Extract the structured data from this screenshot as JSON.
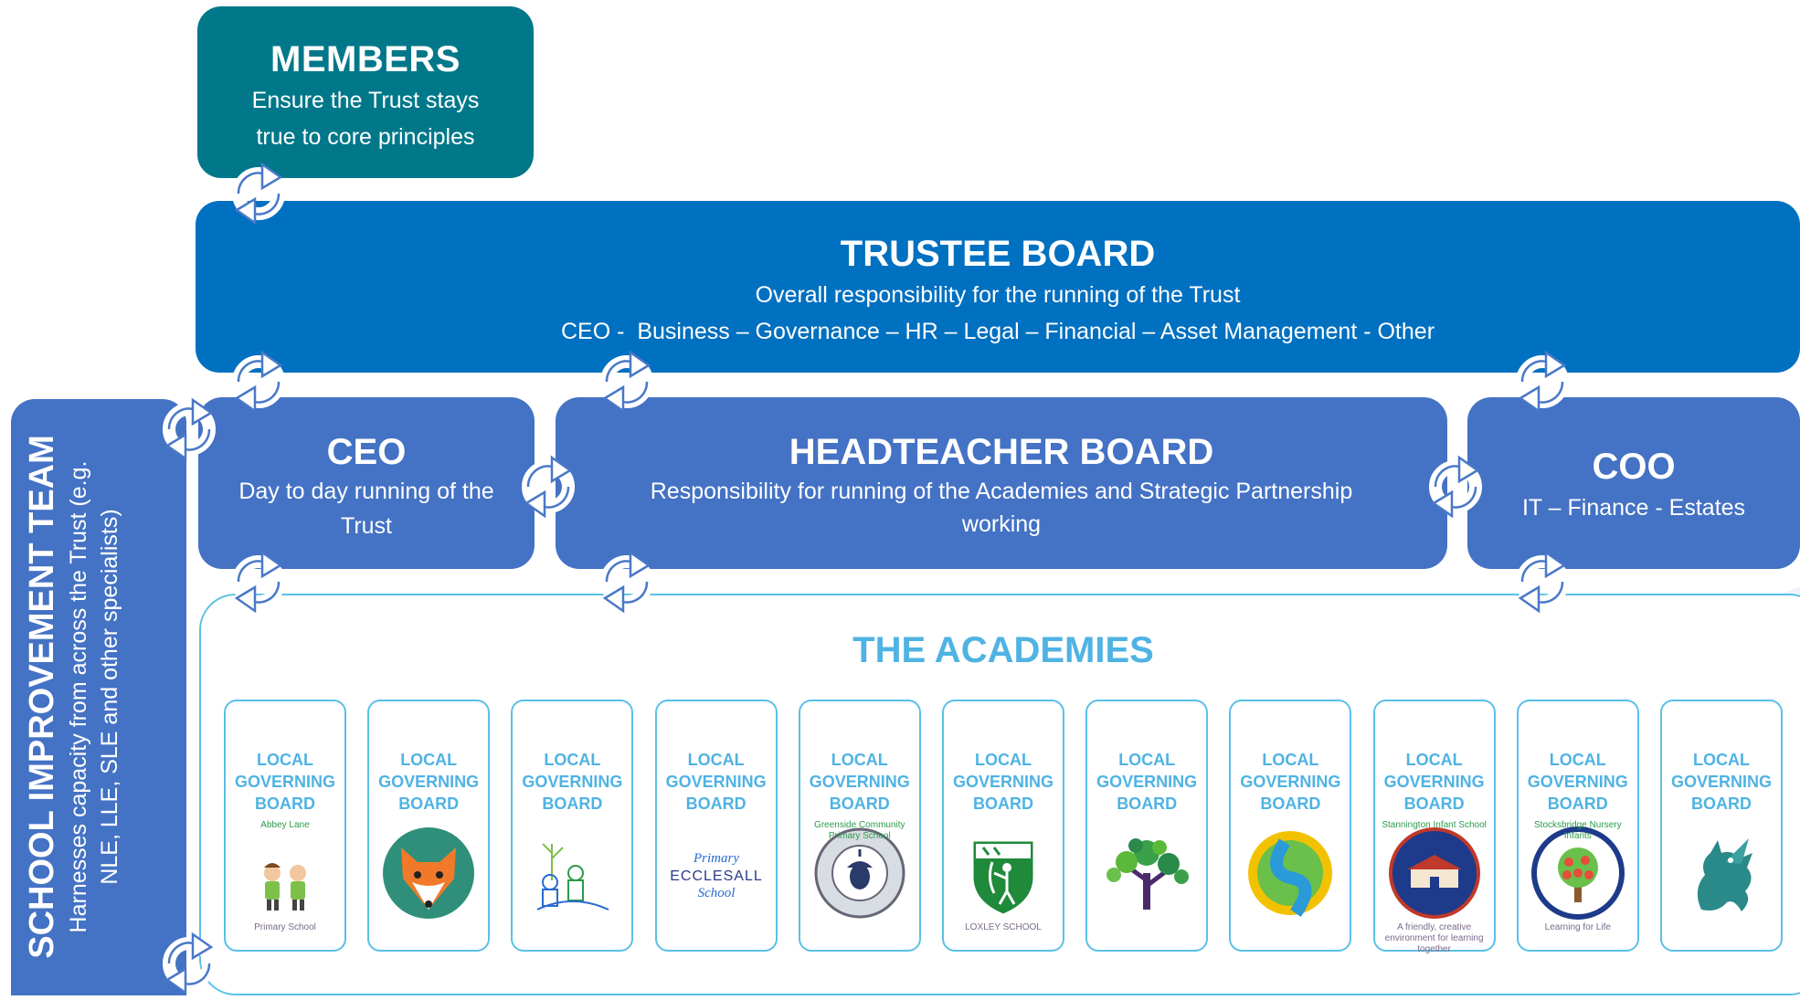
{
  "members": {
    "title": "MEMBERS",
    "line1": "Ensure the Trust stays",
    "line2": "true to core principles"
  },
  "trustee_board": {
    "title": "TRUSTEE BOARD",
    "line1": "Overall responsibility for the running of the Trust",
    "line2": "CEO -  Business – Governance – HR – Legal – Financial – Asset Management - Other"
  },
  "ceo": {
    "title": "CEO",
    "line1": "Day to day running of the",
    "line2": "Trust"
  },
  "headteacher_board": {
    "title": "HEADTEACHER BOARD",
    "line1": "Responsibility for running of the Academies and Strategic Partnership",
    "line2": "working"
  },
  "coo": {
    "title": "COO",
    "line1": "IT – Finance - Estates"
  },
  "school_improvement": {
    "title": "SCHOOL IMPROVEMENT TEAM",
    "line1": "Harnesses capacity from across the Trust (e.g.",
    "line2": "NLE, LLE, SLE and other specialists)"
  },
  "academies": {
    "title": "THE ACADEMIES",
    "boards": [
      {
        "line1": "LOCAL",
        "line2": "GOVERNING",
        "line3": "BOARD",
        "logo_text_top": "Abbey Lane",
        "logo_text_bottom": "Primary School",
        "logo": "children-icon"
      },
      {
        "line1": "LOCAL",
        "line2": "GOVERNING",
        "line3": "BOARD",
        "logo": "fox-icon"
      },
      {
        "line1": "LOCAL",
        "line2": "GOVERNING",
        "line3": "BOARD",
        "logo": "drawing-icon"
      },
      {
        "line1": "LOCAL",
        "line2": "GOVERNING",
        "line3": "BOARD",
        "logo_text_top": "Primary",
        "logo_text_mid": "ECCLESALL",
        "logo_text_bottom": "School",
        "logo": "ecclesall-icon"
      },
      {
        "line1": "LOCAL",
        "line2": "GOVERNING",
        "line3": "BOARD",
        "logo_text_top": "Greenside Community Primary School",
        "logo": "acorn-icon"
      },
      {
        "line1": "LOCAL",
        "line2": "GOVERNING",
        "line3": "BOARD",
        "logo_text_bottom": "LOXLEY SCHOOL",
        "logo": "archer-shield-icon"
      },
      {
        "line1": "LOCAL",
        "line2": "GOVERNING",
        "line3": "BOARD",
        "logo": "tree-icon"
      },
      {
        "line1": "LOCAL",
        "line2": "GOVERNING",
        "line3": "BOARD",
        "logo": "sun-river-icon"
      },
      {
        "line1": "LOCAL",
        "line2": "GOVERNING",
        "line3": "BOARD",
        "logo_text_top": "Stannington Infant School",
        "logo_text_bottom": "A friendly, creative environment for learning together",
        "logo": "school-building-icon"
      },
      {
        "line1": "LOCAL",
        "line2": "GOVERNING",
        "line3": "BOARD",
        "logo_text_top": "Stocksbridge Nursery Infants",
        "logo_text_bottom": "Learning for Life",
        "logo": "apple-tree-icon"
      },
      {
        "line1": "LOCAL",
        "line2": "GOVERNING",
        "line3": "BOARD",
        "logo": "dragon-icon"
      }
    ]
  },
  "colors": {
    "members": "#00788a",
    "trustee": "#0070c0",
    "board": "#4472c4",
    "academies_accent": "#4fb3e3"
  }
}
